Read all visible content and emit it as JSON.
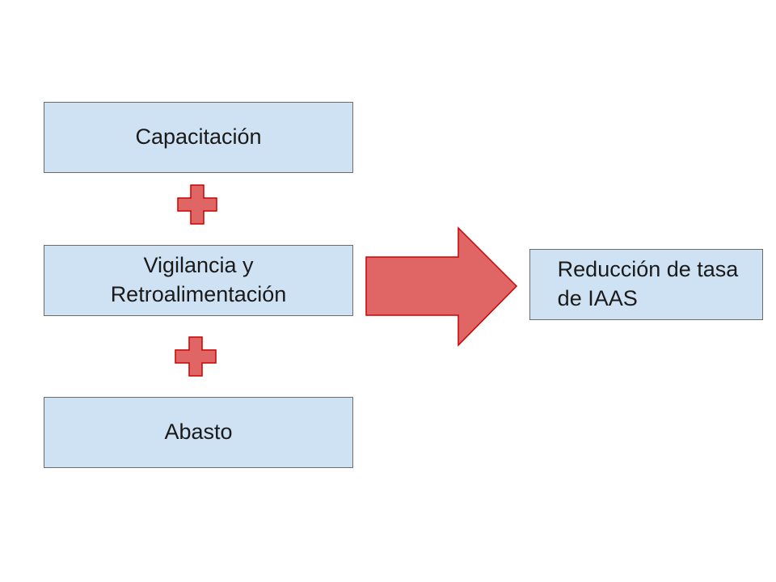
{
  "diagram": {
    "boxes": {
      "capacitacion": "Capacitación",
      "vigilancia": "Vigilancia y\nRetroalimentación",
      "abasto": "Abasto",
      "result": "Reducción de tasa\nde IAAS"
    },
    "icons": {
      "plus": "plus-icon",
      "arrow": "arrow-right-icon"
    },
    "colors": {
      "box_fill": "#cfe2f3",
      "box_border": "#6b6b6b",
      "accent_fill": "#e06666",
      "accent_border": "#cc0000"
    }
  }
}
